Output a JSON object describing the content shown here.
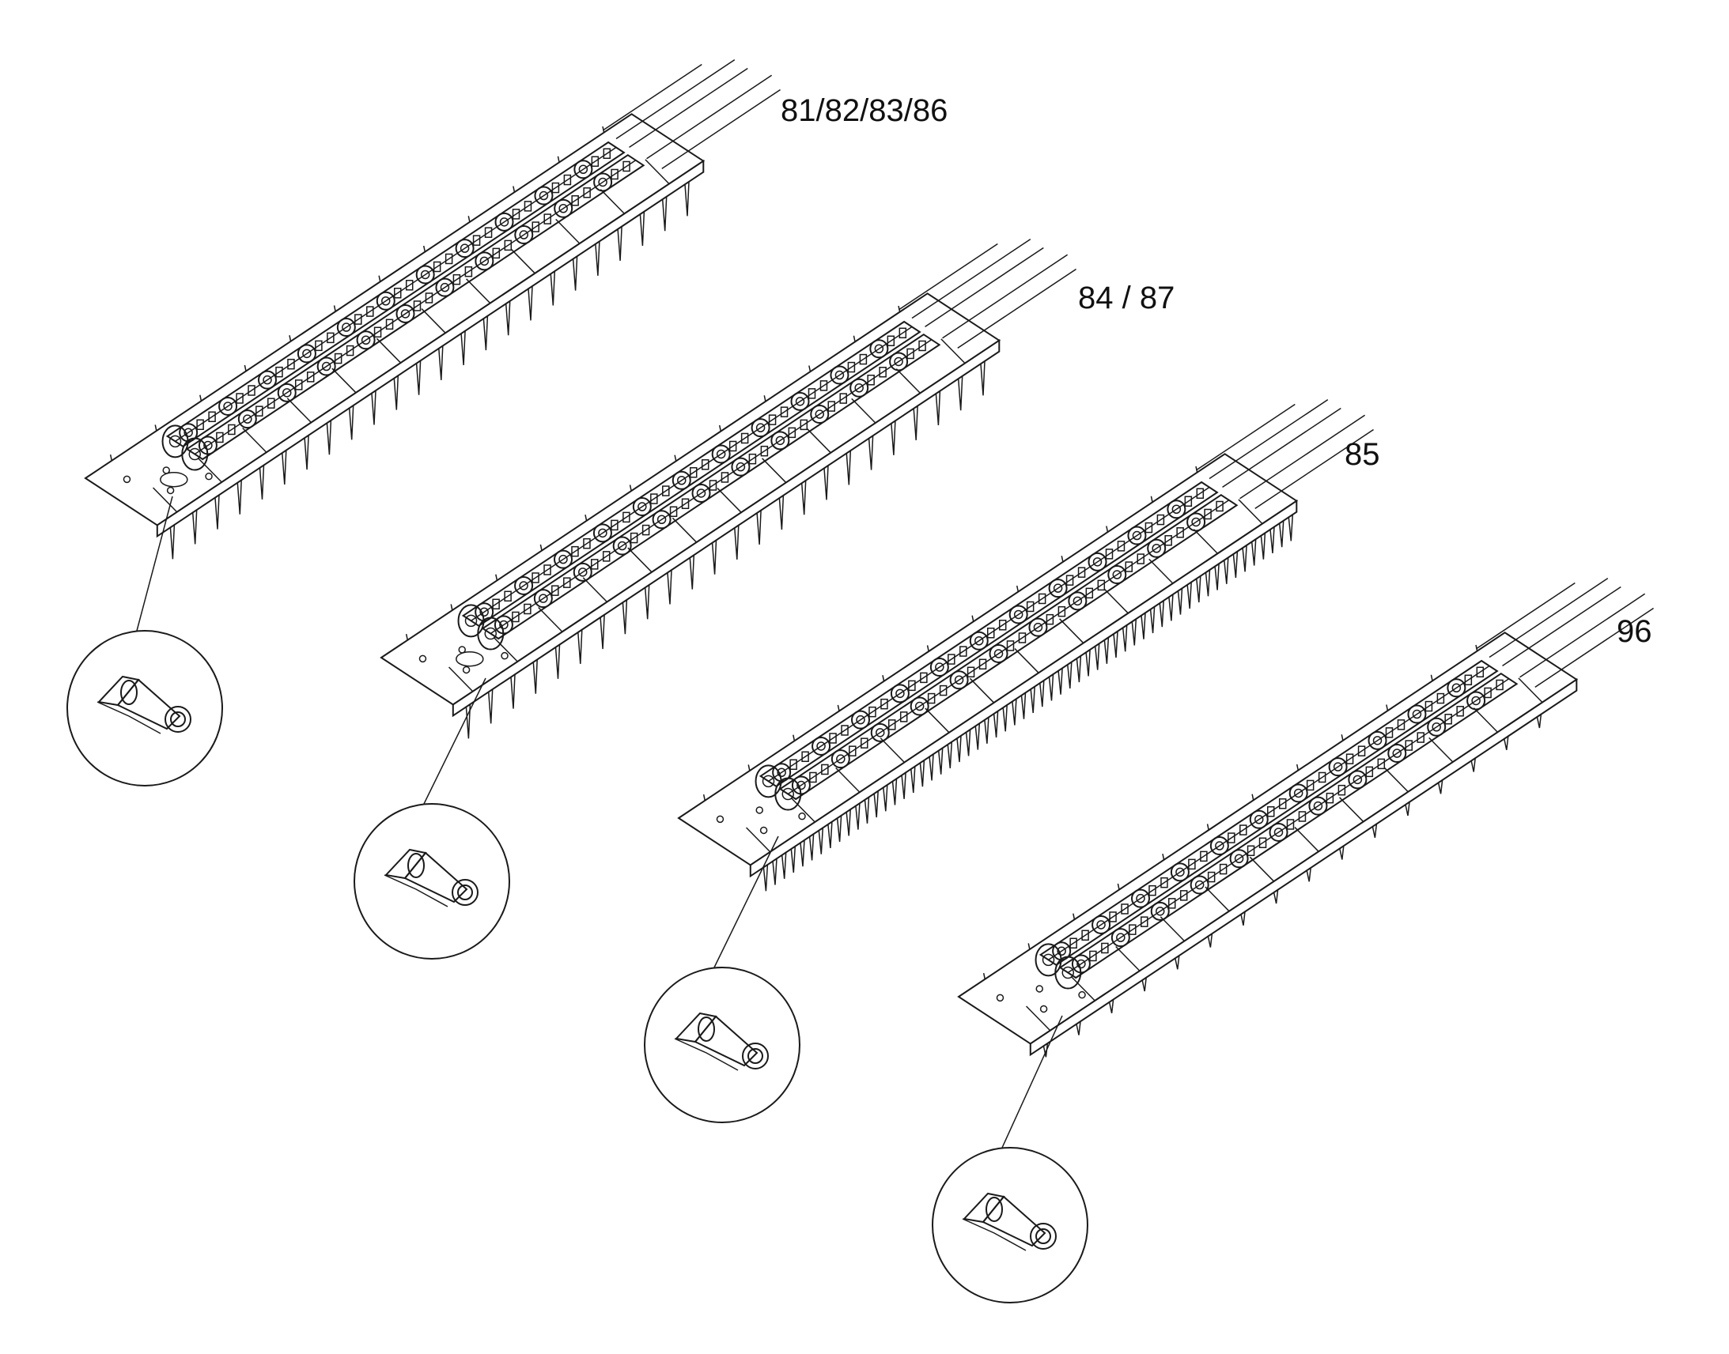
{
  "drawing": {
    "background": "#ffffff",
    "line_color": "#1a1a1a",
    "assemblies": [
      {
        "label": "81/82/83/86",
        "tooth_style": "long"
      },
      {
        "label": "84 / 87",
        "tooth_style": "long"
      },
      {
        "label": "85",
        "tooth_style": "dense"
      },
      {
        "label": "96",
        "tooth_style": "short"
      }
    ]
  }
}
